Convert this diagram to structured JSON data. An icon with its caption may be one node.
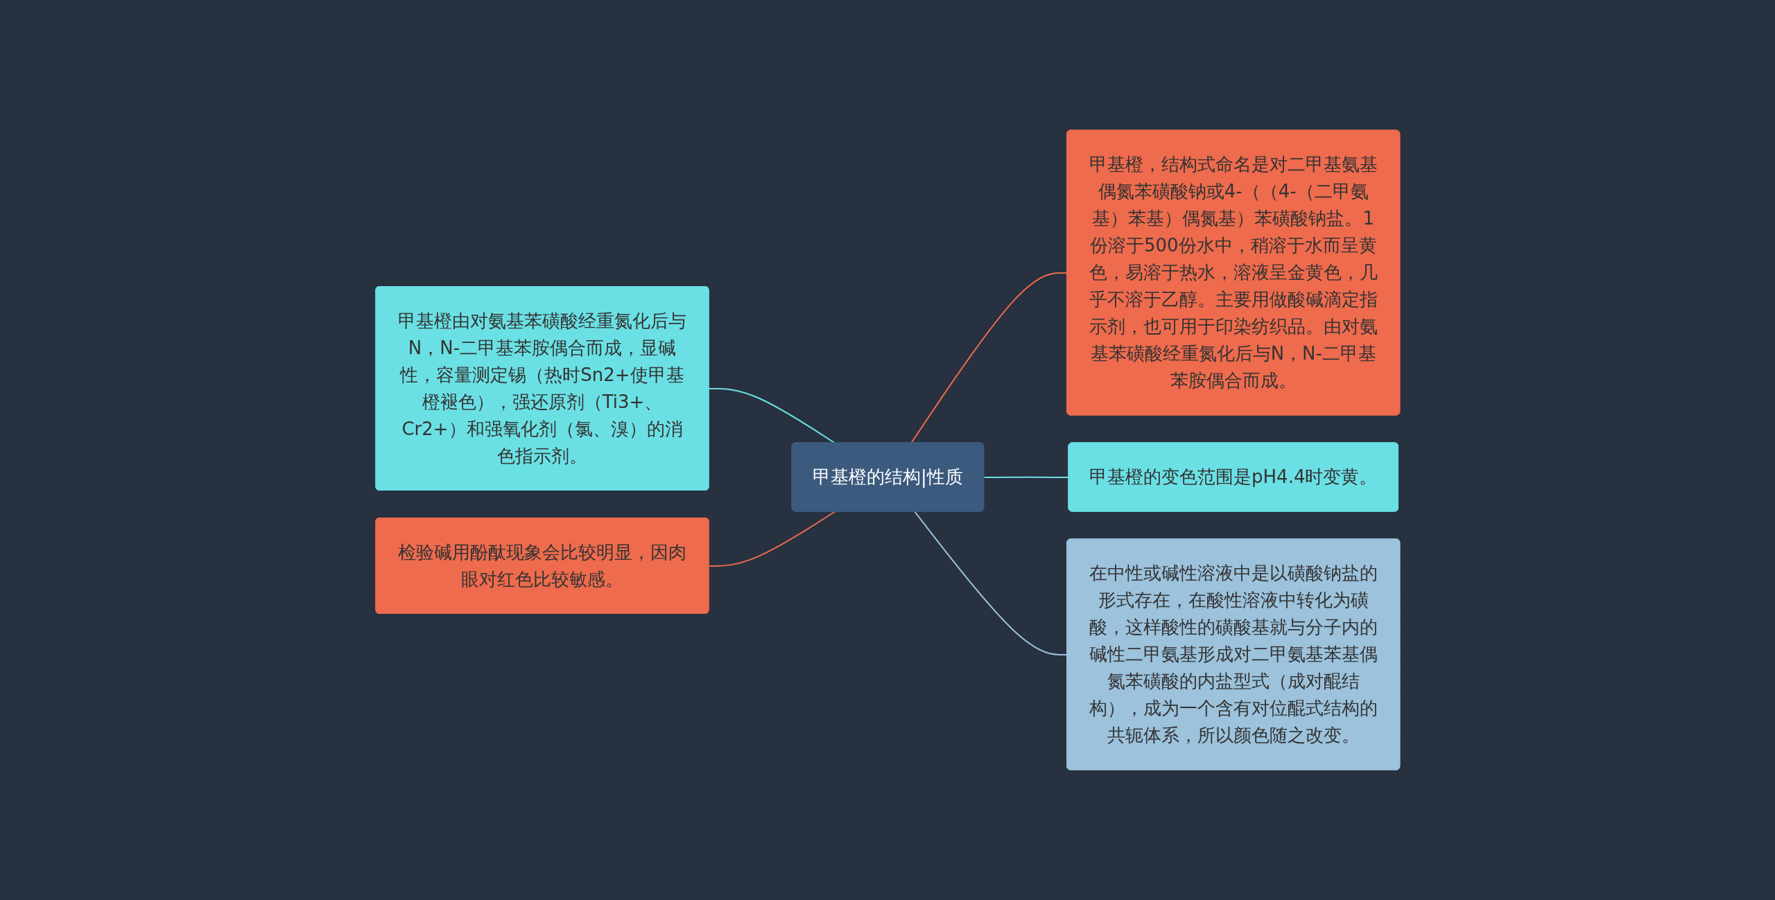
{
  "diagram": {
    "nodes": [
      {
        "text": [
          "甲基橙的结构|性质"
        ]
      },
      {
        "text": [
          "甲基橙，结构式命名是对二甲基氨基偶氮苯磺酸钠或4-（（4-（二甲氨基）苯基）偶氮基）苯磺酸钠盐。1份溶于500份水中，稍溶于水而呈黄色，易溶于热水，溶液呈金黄色，几乎不溶于乙醇。主要用做酸碱滴定指示剂，也可用于印染纺织品。由对氨基苯磺酸经重氮化后与N，N-二甲基苯胺偶合而成。"
        ]
      },
      {
        "text": [
          "甲基橙由对氨基苯磺酸经重氮化后与N，N-二甲基苯胺偶合而成，显碱性，容量测定锡（热时Sn2+使甲基橙褪色），强还原剂（Ti3+、Cr2+）和强氧化剂（氯、溴）的消色指示剂。"
        ]
      },
      {
        "text": [
          "检验碱用酚酞现象会比较明显，因肉眼对红色比较敏感。"
        ]
      },
      {
        "text": [
          "甲基橙的变色范围是pH4.4时变黄。"
        ]
      },
      {
        "text": [
          "在中性或碱性溶液中是以磺酸钠盐的形式存在，在酸性溶液中转化为磺酸，这样酸性的磺酸基就与分子内的碱性二甲氨基形成对二甲氨基苯基偶氮苯磺酸的内盐型式（成对醌结构），成为一个含有对位醌式结构的共轭体系，所以颜色随之改变。"
        ]
      }
    ],
    "edges": [
      {
        "from": 0,
        "to": 1,
        "arrow": "none",
        "color": "#ee6b4d"
      },
      {
        "from": 2,
        "to": 0,
        "arrow": "none",
        "color": "#6be0e4"
      },
      {
        "from": 3,
        "to": 0,
        "arrow": "none",
        "color": "#ee6b4d"
      },
      {
        "from": 0,
        "to": 4,
        "arrow": "none",
        "color": "#6be0e4"
      },
      {
        "from": 0,
        "to": 5,
        "arrow": "none",
        "color": "#9cc2dc"
      }
    ]
  }
}
